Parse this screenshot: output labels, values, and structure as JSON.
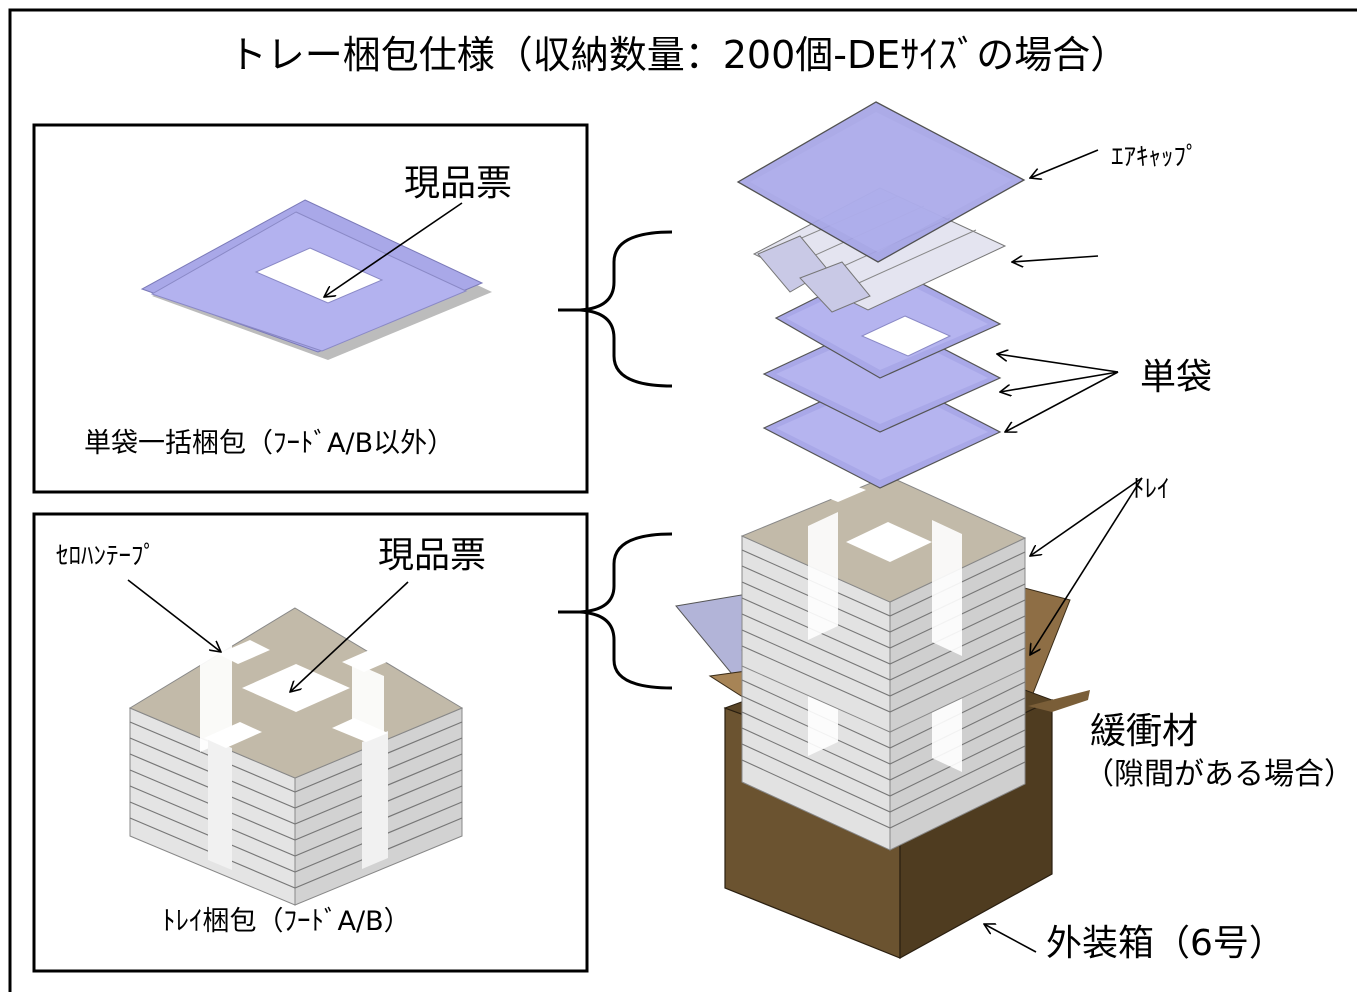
{
  "title": "トレー梱包仕様（収納数量：200個-DEｻｲｽﾞの場合）",
  "panel_top": {
    "caption": "単袋一括梱包（ﾌｰﾄﾞA/B以外）",
    "label": "現品票"
  },
  "panel_bottom": {
    "caption": "ﾄﾚｲ梱包（ﾌｰﾄﾞA/B）",
    "label": "現品票",
    "tape_label": "ｾﾛﾊﾝﾃｰﾌﾟ"
  },
  "exploded": {
    "air_cap": "ｴｱｷｬｯﾌﾟ",
    "single_bag": "単袋",
    "tray": "ﾄﾚｲ",
    "cushion": "緩衝材",
    "cushion_note": "（隙間がある場合）",
    "outer_box": "外装箱（6号）"
  },
  "colors": {
    "bag": "#a9a8e8",
    "tray_top": "#c2baa9",
    "tray_side": "#dcdcdc",
    "box_front": "#6b5330",
    "box_side": "#4f3c20",
    "box_flap": "#8e6e45",
    "plastic": "#c9c9e6"
  }
}
